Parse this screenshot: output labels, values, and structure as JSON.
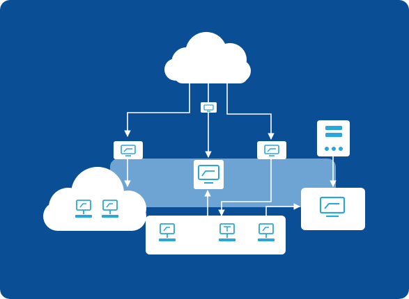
{
  "diagram": {
    "colors": {
      "background": "#0a4f95",
      "accent": "#2aa6de",
      "band": "#7fb3de",
      "node_fill": "#ffffff",
      "line": "#ffffff"
    },
    "nodes": [
      {
        "id": "cloud-top",
        "kind": "cloud",
        "icon": "cloud-icon"
      },
      {
        "id": "hub-switch",
        "kind": "small-device",
        "icon": "monitor-icon"
      },
      {
        "id": "node-left",
        "kind": "monitor-box",
        "icon": "monitor-icon"
      },
      {
        "id": "node-right",
        "kind": "monitor-box",
        "icon": "monitor-icon"
      },
      {
        "id": "node-center",
        "kind": "monitor-box",
        "icon": "monitor-icon"
      },
      {
        "id": "server",
        "kind": "server",
        "icon": "server-icon"
      },
      {
        "id": "cloud-left",
        "kind": "cloud-with-computers",
        "icon": "desktop-computer-icon"
      },
      {
        "id": "workstation-group",
        "kind": "computer-group",
        "icon": "desktop-computer-icon"
      },
      {
        "id": "display-right",
        "kind": "monitor-box",
        "icon": "monitor-icon"
      }
    ]
  }
}
